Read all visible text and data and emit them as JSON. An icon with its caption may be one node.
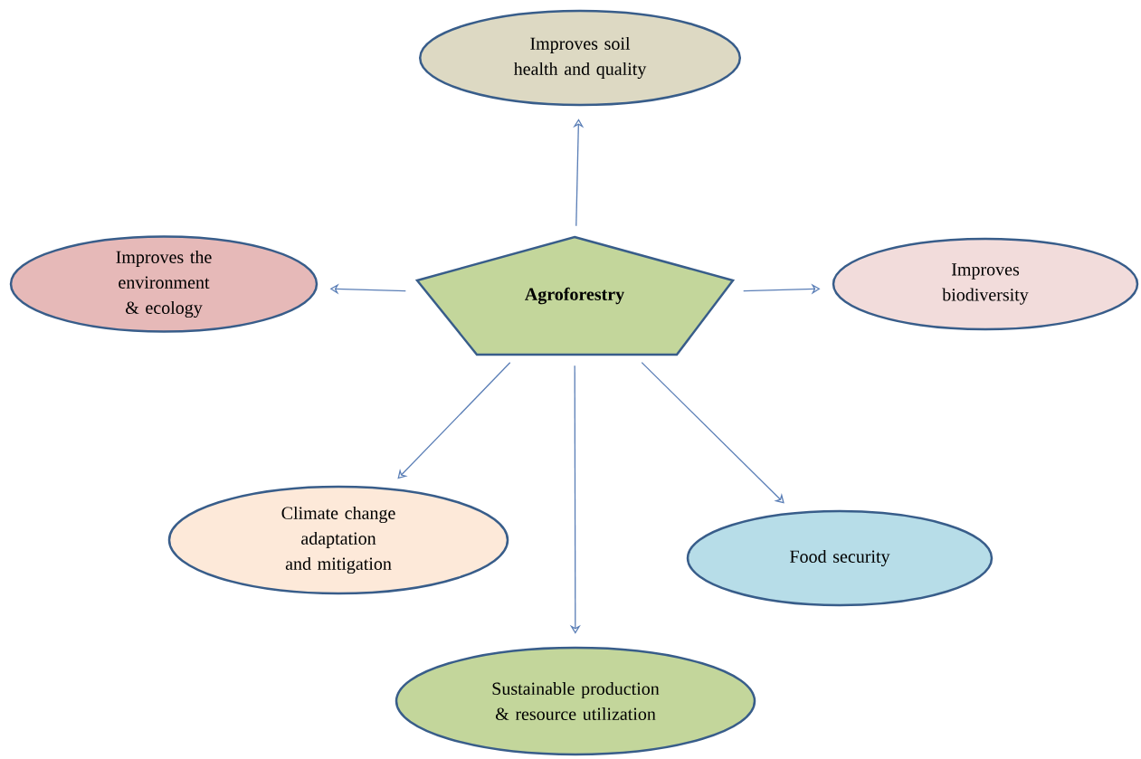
{
  "diagram": {
    "nodes": [
      {
        "text": [
          "Agroforestry"
        ]
      },
      {
        "text": [
          "Improves soil health and quality"
        ]
      },
      {
        "text": [
          "Improves the environment & ecology"
        ]
      },
      {
        "text": [
          "Improves biodiversity"
        ]
      },
      {
        "text": [
          "Climate change adaptation and mitigation"
        ]
      },
      {
        "text": [
          "Food security"
        ]
      },
      {
        "text": [
          "Sustainable production & resource utilization"
        ]
      }
    ],
    "edges": [
      {
        "from": 0,
        "to": 1,
        "arrow": "to"
      },
      {
        "from": 0,
        "to": 2,
        "arrow": "to"
      },
      {
        "from": 0,
        "to": 3,
        "arrow": "to"
      },
      {
        "from": 0,
        "to": 4,
        "arrow": "to"
      },
      {
        "from": 0,
        "to": 5,
        "arrow": "to"
      },
      {
        "from": 0,
        "to": 6,
        "arrow": "to"
      }
    ]
  }
}
